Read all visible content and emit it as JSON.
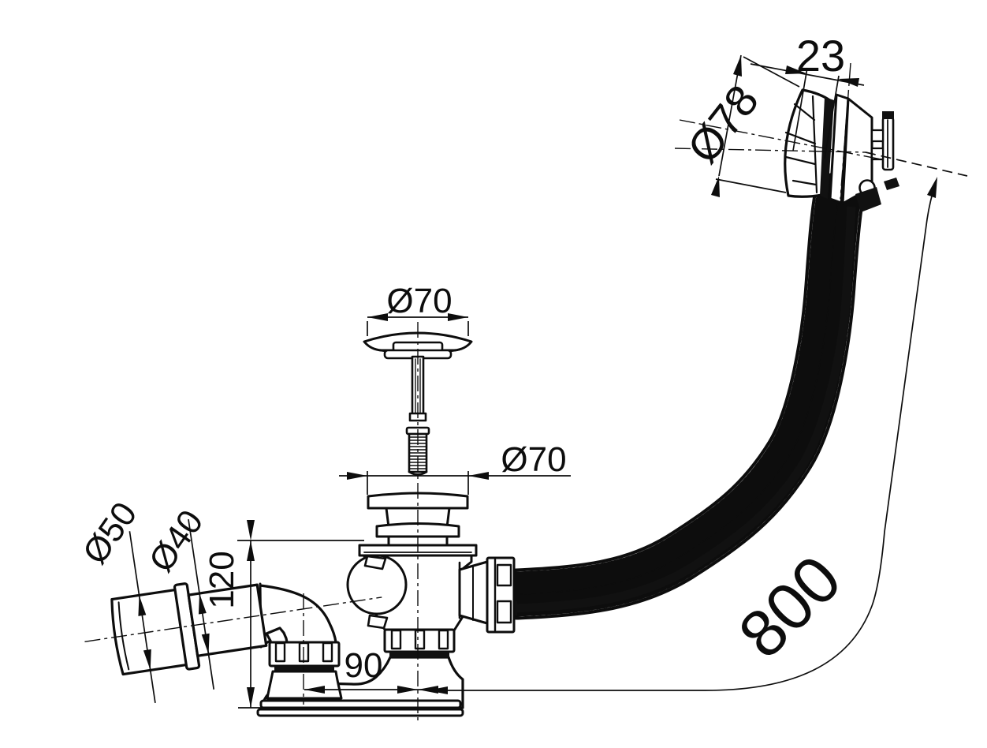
{
  "drawing": {
    "colors": {
      "background": "#ffffff",
      "ink": "#0d0d0d"
    },
    "dimensions": {
      "knob_width": "23",
      "knob_diameter": "Ø78",
      "plug_cap_diameter": "Ø70",
      "flange_diameter": "Ø70",
      "pipe_outer_diameter": "Ø50",
      "pipe_neck_diameter": "Ø40",
      "install_height": "120",
      "outlet_offset": "90",
      "cable_length": "800"
    }
  }
}
